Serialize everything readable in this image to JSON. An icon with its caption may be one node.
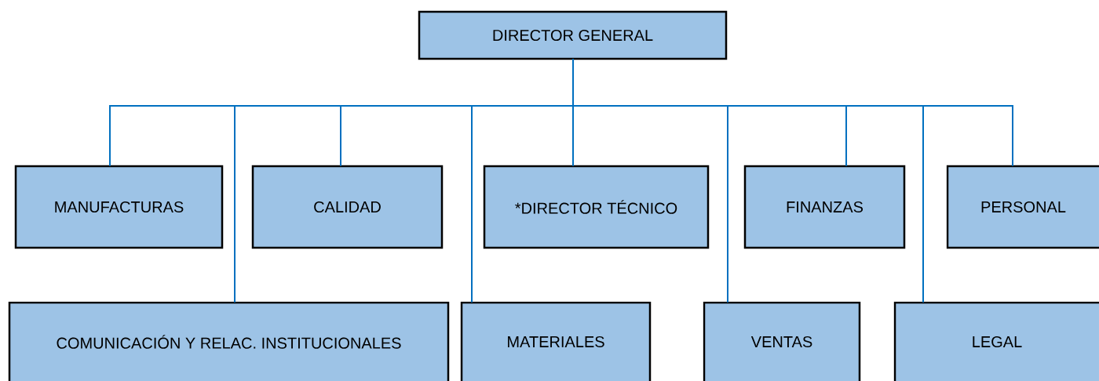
{
  "diagram": {
    "nodes": [
      {
        "text": [
          "DIRECTOR GENERAL"
        ]
      },
      {
        "text": [
          "MANUFACTURAS"
        ]
      },
      {
        "text": [
          "CALIDAD"
        ]
      },
      {
        "text": [
          "*DIRECTOR TÉCNICO"
        ]
      },
      {
        "text": [
          "FINANZAS"
        ]
      },
      {
        "text": [
          "PERSONAL"
        ]
      },
      {
        "text": [
          "COMUNICACIÓN Y RELAC. INSTITUCIONALES"
        ]
      },
      {
        "text": [
          "MATERIALES"
        ]
      },
      {
        "text": [
          "VENTAS"
        ]
      },
      {
        "text": [
          "LEGAL"
        ]
      }
    ],
    "edges": [
      {
        "from": 0,
        "to": 1,
        "arrow": "none"
      },
      {
        "from": 0,
        "to": 6,
        "arrow": "none"
      },
      {
        "from": 0,
        "to": 2,
        "arrow": "none"
      },
      {
        "from": 0,
        "to": 7,
        "arrow": "none"
      },
      {
        "from": 0,
        "to": 3,
        "arrow": "none"
      },
      {
        "from": 0,
        "to": 8,
        "arrow": "none"
      },
      {
        "from": 0,
        "to": 4,
        "arrow": "none"
      },
      {
        "from": 0,
        "to": 9,
        "arrow": "none"
      },
      {
        "from": 0,
        "to": 5,
        "arrow": "none"
      }
    ]
  }
}
